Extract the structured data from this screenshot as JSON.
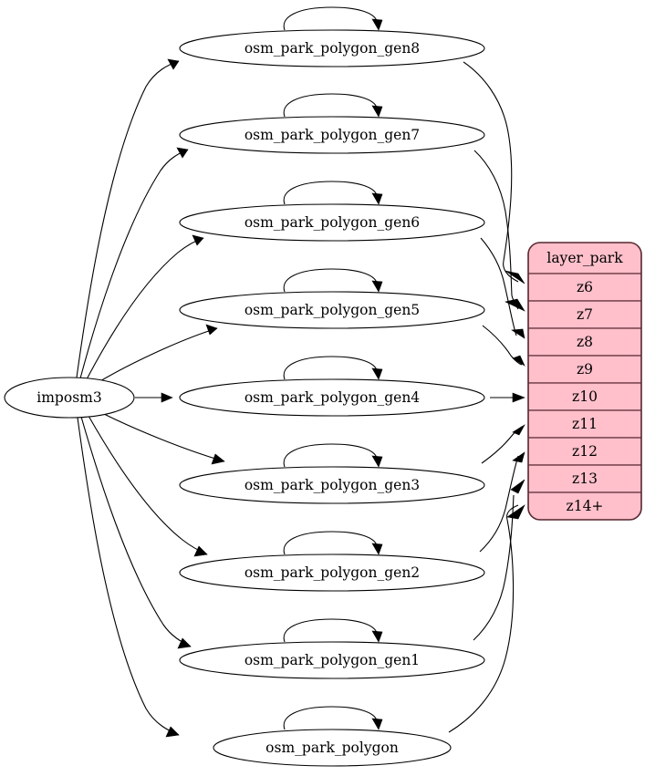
{
  "diagram": {
    "type": "graphviz-digraph",
    "background_color": "#ffffff",
    "source_node": {
      "id": "imposm3",
      "label": "imposm3",
      "shape": "ellipse"
    },
    "table_node": {
      "id": "layer_park",
      "header": "layer_park",
      "fill_color": "#ffc0cb",
      "border_color": "#5a2a33",
      "rows": [
        {
          "id": "z6",
          "label": "z6"
        },
        {
          "id": "z7",
          "label": "z7"
        },
        {
          "id": "z8",
          "label": "z8"
        },
        {
          "id": "z9",
          "label": "z9"
        },
        {
          "id": "z10",
          "label": "z10"
        },
        {
          "id": "z11",
          "label": "z11"
        },
        {
          "id": "z12",
          "label": "z12"
        },
        {
          "id": "z13",
          "label": "z13"
        },
        {
          "id": "z14p",
          "label": "z14+"
        }
      ]
    },
    "table_nodes": [
      {
        "id": "gen8",
        "label": "osm_park_polygon_gen8",
        "zoom": "z6"
      },
      {
        "id": "gen7",
        "label": "osm_park_polygon_gen7",
        "zoom": "z7"
      },
      {
        "id": "gen6",
        "label": "osm_park_polygon_gen6",
        "zoom": "z8"
      },
      {
        "id": "gen5",
        "label": "osm_park_polygon_gen5",
        "zoom": "z9"
      },
      {
        "id": "gen4",
        "label": "osm_park_polygon_gen4",
        "zoom": "z10"
      },
      {
        "id": "gen3",
        "label": "osm_park_polygon_gen3",
        "zoom": "z11"
      },
      {
        "id": "gen2",
        "label": "osm_park_polygon_gen2",
        "zoom": "z12"
      },
      {
        "id": "gen1",
        "label": "osm_park_polygon_gen1",
        "zoom": "z13"
      },
      {
        "id": "base",
        "label": "osm_park_polygon",
        "zoom": "z14+"
      }
    ]
  }
}
